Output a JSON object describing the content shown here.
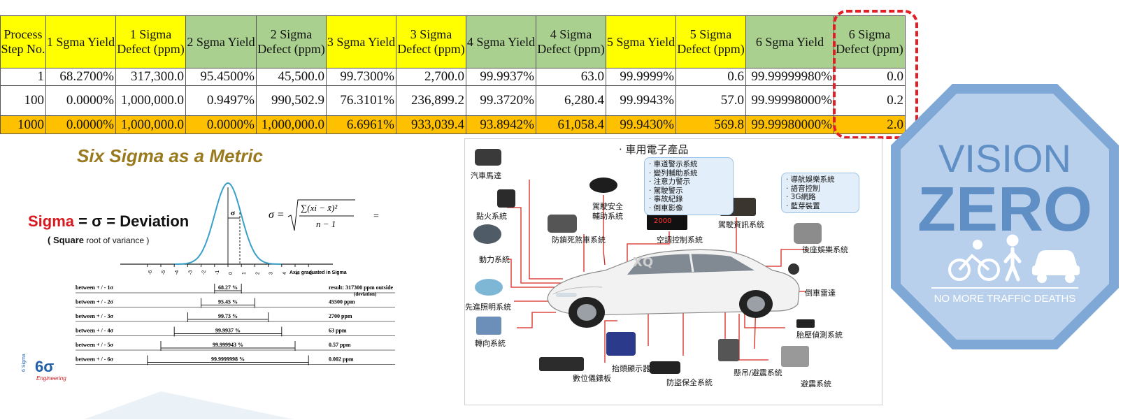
{
  "table": {
    "headers": [
      "Process Step No.",
      "1 Sgma Yield",
      "1 Sigma Defect (ppm)",
      "2 Sgma Yield",
      "2 Sigma Defect (ppm)",
      "3 Sgma Yield",
      "3 Sigma Defect (ppm)",
      "4 Sgma Yield",
      "4 Sigma Defect (ppm)",
      "5 Sgma Yield",
      "5 Sigma Defect (ppm)",
      "6 Sgma Yield",
      "6 Sigma Defect (ppm)"
    ],
    "rows": [
      [
        "1",
        "68.2700%",
        "317,300.0",
        "95.4500%",
        "45,500.0",
        "99.7300%",
        "2,700.0",
        "99.9937%",
        "63.0",
        "99.9999%",
        "0.6",
        "99.99999980%",
        "0.0"
      ],
      [
        "100",
        "0.0000%",
        "1,000,000.0",
        "0.9497%",
        "990,502.9",
        "76.3101%",
        "236,899.2",
        "99.3720%",
        "6,280.4",
        "99.9943%",
        "57.0",
        "99.99998000%",
        "0.2"
      ],
      [
        "1000",
        "0.0000%",
        "1,000,000.0",
        "0.0000%",
        "1,000,000.0",
        "6.6961%",
        "933,039.4",
        "93.8942%",
        "61,058.4",
        "99.9430%",
        "569.8",
        "99.99980000%",
        "2.0"
      ]
    ],
    "colors": {
      "yellow": "#ffff00",
      "green": "#a9d08e",
      "highlight_row": "#ffc000",
      "dashed_box": "#e31e24"
    }
  },
  "six_sigma": {
    "title": "Six Sigma as a Metric",
    "definition_word": "Sigma",
    "definition_rest": " = σ = Deviation",
    "subtitle_bold": "( Square",
    "subtitle_rest": " root of variance )",
    "formula_lhs": "σ =",
    "formula_num": "∑(xi − x̄)²",
    "formula_den": "n − 1",
    "formula_eq": "=",
    "sigma_mark": "σ",
    "axis_caption": "Axis graduated in Sigma",
    "axis_ticks": [
      "-6",
      "-5",
      "-4",
      "-3",
      "-2",
      "-1",
      "0",
      "1",
      "2",
      "3",
      "4",
      "5",
      "6"
    ],
    "intervals": [
      {
        "label": "between + / - 1σ",
        "pct": "68.27 %",
        "ppm": "result:  317300  ppm outside",
        "note": "(deviation)"
      },
      {
        "label": "between + / - 2σ",
        "pct": "95.45 %",
        "ppm": "45500  ppm"
      },
      {
        "label": "between + / - 3σ",
        "pct": "99.73 %",
        "ppm": "2700  ppm"
      },
      {
        "label": "between + / - 4σ",
        "pct": "99.9937 %",
        "ppm": "63  ppm"
      },
      {
        "label": "between + / - 5σ",
        "pct": "99.999943 %",
        "ppm": "0.57  ppm"
      },
      {
        "label": "between + / - 6σ",
        "pct": "99.9999998 %",
        "ppm": "0.002  ppm"
      }
    ],
    "logo_text": "6σ",
    "logo_sub": "Engineering",
    "logo_side": "6 Sigma",
    "colors": {
      "title": "#9a7a1e",
      "sigma_red": "#d71920",
      "curve": "#3aa0c8"
    }
  },
  "automotive": {
    "title": "· 車用電子產品",
    "watermark": "XQ ",
    "bubble_left": [
      "· 車道警示系統",
      "· 變列輔助系統",
      "· 注意力警示",
      "· 駕駛警示",
      "· 事故紀錄",
      "· 倒車影像"
    ],
    "bubble_right": [
      "· 導航娛樂系統",
      "· 語音控制",
      "· 3G網路",
      "· 藍芽裝置"
    ],
    "labels": {
      "motor": "汽車馬達",
      "ignition": "點火系統",
      "abs": "防鎖死煞車系統",
      "safety": "駕駛安全",
      "safety2": "輔助系統",
      "ac": "空調控制系統",
      "info": "駕駛資訊系統",
      "power": "動力系統",
      "rear_ent": "後座娛樂系統",
      "radar": "倒車雷達",
      "lighting": "先進照明系統",
      "tpms": "胎壓偵測系統",
      "steering": "轉向系統",
      "dash": "數位儀錶板",
      "hud": "抬頭顯示器",
      "security": "防盜保全系統",
      "suspension": "懸吊/避震系統",
      "shock": "避震系統"
    },
    "ac_display": "2000",
    "colors": {
      "leader": "#d7261e",
      "bubble": "#e2eef9"
    }
  },
  "vision_zero": {
    "line1": "VISION",
    "line2": "ZERO",
    "tagline": "NO MORE TRAFFIC DEATHS",
    "colors": {
      "octagon": "#7fa8d6",
      "inner": "#b9d0ec",
      "text": "#5f8fc4"
    }
  }
}
